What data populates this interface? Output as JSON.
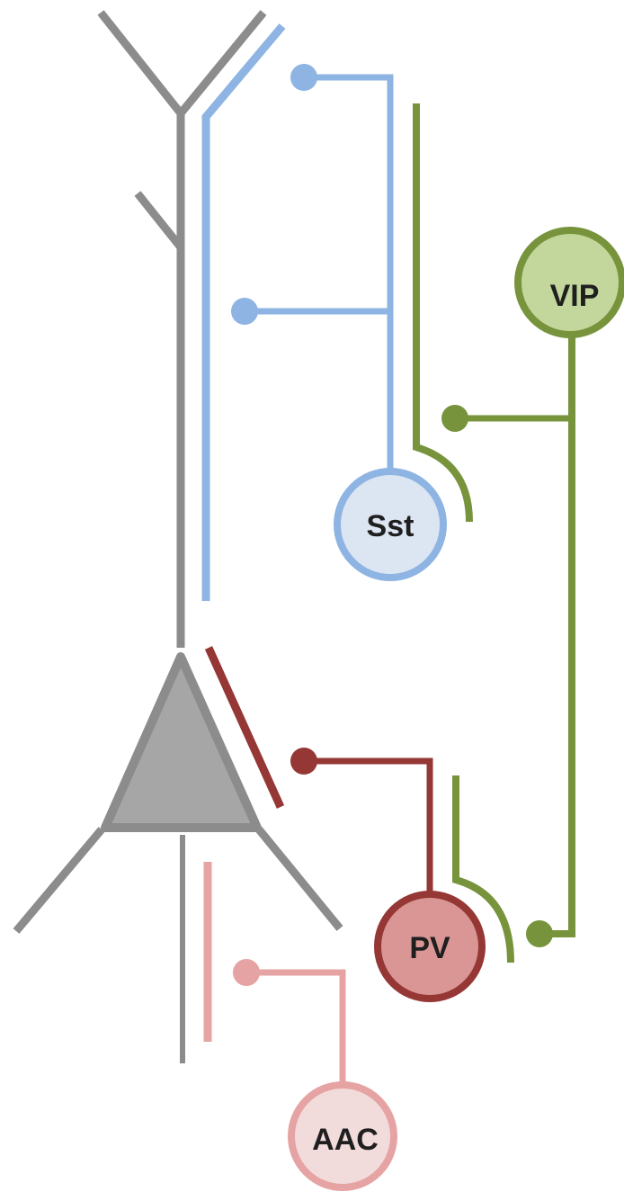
{
  "colors": {
    "pyramidal": "#8c8c8c",
    "pyramidal_soma_fill": "#a6a6a6",
    "sst": "#8db4e2",
    "sst_fill": "#dce6f2",
    "vip": "#77933c",
    "vip_fill": "#c3d69b",
    "pv": "#953735",
    "pv_fill": "#d99694",
    "aac": "#e6a3a3",
    "aac_fill": "#f2dcdb"
  },
  "cells": {
    "sst": {
      "label": "Sst"
    },
    "vip": {
      "label": "VIP"
    },
    "pv": {
      "label": "PV"
    },
    "aac": {
      "label": "AAC"
    }
  }
}
